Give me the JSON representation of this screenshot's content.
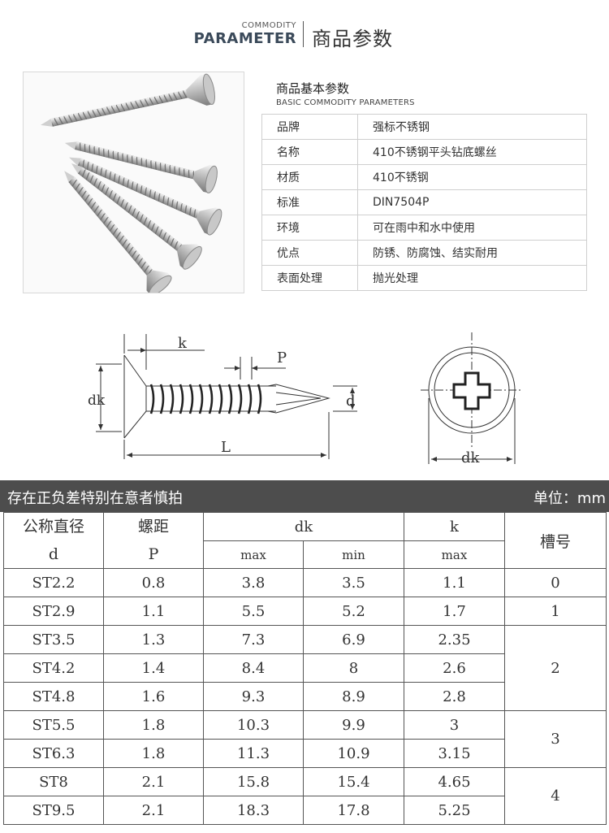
{
  "header": {
    "en_small": "COMMODITY",
    "en_big": "PARAMETER",
    "cn": "商品参数"
  },
  "basic": {
    "title": "商品基本参数",
    "subtitle": "BASIC COMMODITY PARAMETERS",
    "rows": [
      {
        "key": "品牌",
        "value": "强标不锈钢"
      },
      {
        "key": "名称",
        "value": "410不锈钢平头钻底螺丝"
      },
      {
        "key": "材质",
        "value": "410不锈钢"
      },
      {
        "key": "标准",
        "value": "DIN7504P"
      },
      {
        "key": "环境",
        "value": "可在雨中和水中使用"
      },
      {
        "key": "优点",
        "value": "防锈、防腐蚀、结实耐用"
      },
      {
        "key": "表面处理",
        "value": "抛光处理"
      }
    ]
  },
  "diagram": {
    "k": "k",
    "P": "P",
    "dk_side": "dk",
    "d": "d",
    "L": "L",
    "dk_top": "dk"
  },
  "banner": {
    "left": "存在正负差特别在意者慎拍",
    "right": "单位：mm"
  },
  "spec": {
    "h_nominal_1": "公称直径",
    "h_nominal_2": "d",
    "h_pitch_1": "螺距",
    "h_pitch_2": "P",
    "h_dk": "dk",
    "h_dk_max": "max",
    "h_dk_min": "min",
    "h_k": "k",
    "h_k_max": "max",
    "h_slot": "槽号",
    "rows": [
      {
        "d": "ST2.2",
        "p": "0.8",
        "dkmax": "3.8",
        "dkmin": "3.5",
        "k": "1.1"
      },
      {
        "d": "ST2.9",
        "p": "1.1",
        "dkmax": "5.5",
        "dkmin": "5.2",
        "k": "1.7"
      },
      {
        "d": "ST3.5",
        "p": "1.3",
        "dkmax": "7.3",
        "dkmin": "6.9",
        "k": "2.35"
      },
      {
        "d": "ST4.2",
        "p": "1.4",
        "dkmax": "8.4",
        "dkmin": "8",
        "k": "2.6"
      },
      {
        "d": "ST4.8",
        "p": "1.6",
        "dkmax": "9.3",
        "dkmin": "8.9",
        "k": "2.8"
      },
      {
        "d": "ST5.5",
        "p": "1.8",
        "dkmax": "10.3",
        "dkmin": "9.9",
        "k": "3"
      },
      {
        "d": "ST6.3",
        "p": "1.8",
        "dkmax": "11.3",
        "dkmin": "10.9",
        "k": "3.15"
      },
      {
        "d": "ST8",
        "p": "2.1",
        "dkmax": "15.8",
        "dkmin": "15.4",
        "k": "4.65"
      },
      {
        "d": "ST9.5",
        "p": "2.1",
        "dkmax": "18.3",
        "dkmin": "17.8",
        "k": "5.25"
      }
    ],
    "slots": [
      "0",
      "1",
      "2",
      "3",
      "4"
    ]
  }
}
